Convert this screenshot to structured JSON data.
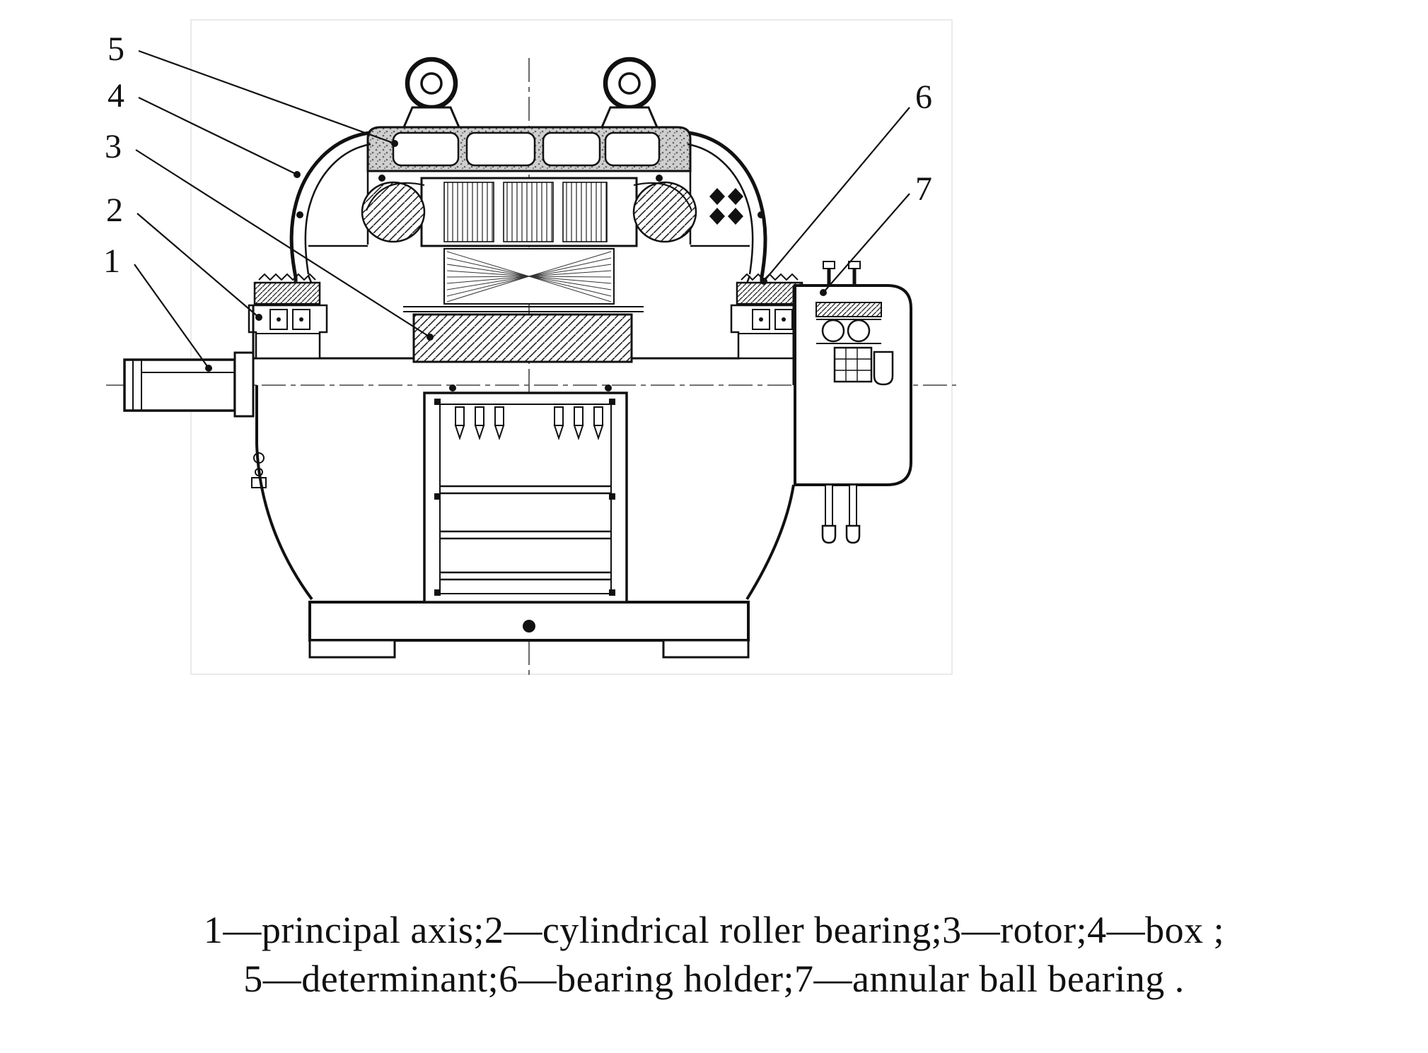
{
  "figure": {
    "labels": {
      "n1": "1",
      "n2": "2",
      "n3": "3",
      "n4": "4",
      "n5": "5",
      "n6": "6",
      "n7": "7"
    },
    "caption": {
      "line1": "1—principal axis;2—cylindrical roller bearing;3—rotor;4—box ;",
      "line2": "5—determinant;6—bearing holder;7—annular ball bearing ."
    },
    "colors": {
      "ink": "#111111",
      "frame_fill": "#cfcfcf",
      "background": "#ffffff"
    }
  }
}
